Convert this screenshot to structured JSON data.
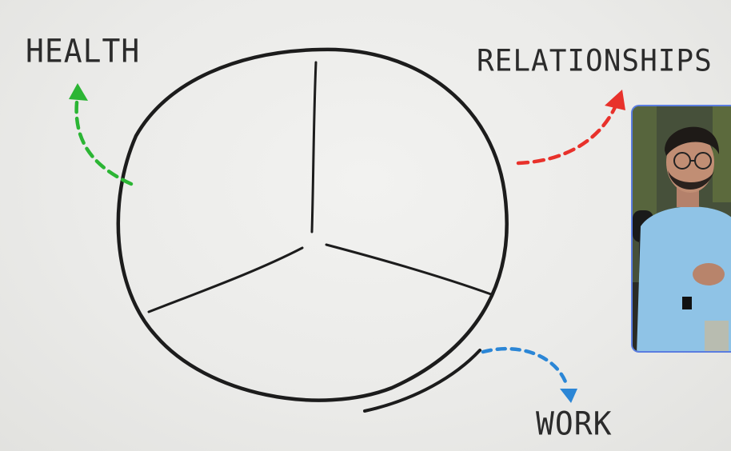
{
  "labels": {
    "health": "HEALTH",
    "relationships": "RELATIONSHIPS",
    "work": "WORK"
  },
  "colors": {
    "ink": "#1c1c1c",
    "health_arrow": "#2bb534",
    "relationships_arrow": "#e8312b",
    "work_arrow": "#2b86d6",
    "webcam_border": "#5a7de0"
  }
}
